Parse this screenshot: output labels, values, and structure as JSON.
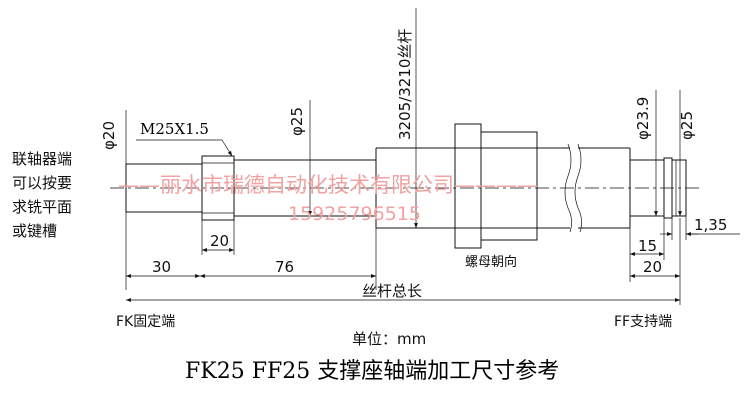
{
  "note": {
    "lines": [
      "联轴器端",
      "可以按要",
      "求铣平面",
      "或键槽"
    ]
  },
  "shaft": {
    "diameters": {
      "d20": "φ20",
      "d25_left": "φ25",
      "d25_right": "φ25",
      "d23_9": "φ23.9"
    },
    "thread": "M25X1.5",
    "screw_spec": "3205/3210丝杆",
    "dimensions": {
      "d20": "20",
      "d30": "30",
      "d76": "76",
      "d15": "15",
      "d20_right": "20",
      "d1_35": "1,35",
      "total": "丝杆总长"
    },
    "nut_direction": "螺母朝向",
    "left_end": "FK固定端",
    "right_end": "FF支持端"
  },
  "watermark": {
    "company": "——丽水市瑞德自动化技术有限公司————",
    "phone": "15925796515"
  },
  "footer": {
    "unit": "单位：mm",
    "title": "FK25 FF25 支撑座轴端加工尺寸参考"
  }
}
